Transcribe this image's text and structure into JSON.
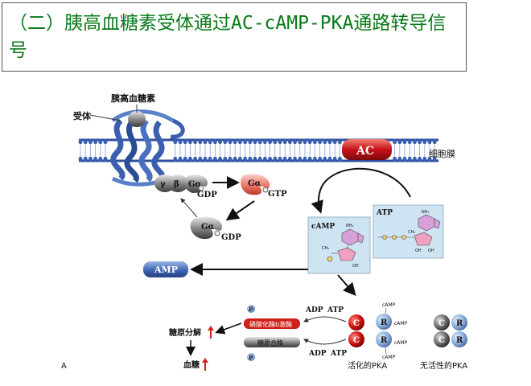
{
  "title": {
    "prefix": "（二）胰高血糖素受体通过",
    "mono": "AC-cAMP-PKA",
    "suffix": "通路转导信号"
  },
  "labels": {
    "glucagon": "胰高血糖素",
    "receptor": "受体",
    "membrane": "细胞膜",
    "ac": "AC",
    "gamma": "γ",
    "beta": "β",
    "galpha": "Gα",
    "gdp": "GDP",
    "gtp": "GTP",
    "camp": "cAMP",
    "atp": "ATP",
    "amp": "AMP",
    "nh2": "NH₂",
    "ch2": "CH₂",
    "oh": "OH",
    "p": "P",
    "enzyme1": "磷酸化酶b激酶",
    "enzyme2": "糖原合酶",
    "adp": "ADP",
    "glycogenolysis": "糖原分解",
    "blood_glucose": "血糖",
    "active_pka": "活化的PKA",
    "inactive_pka": "无活性的PKA",
    "pka_fragment": "A",
    "c": "C",
    "r": "R"
  },
  "colors": {
    "title_text": "#0a7a1a",
    "ac_red": "#c8101a",
    "membrane_blue": "#2d4f9a",
    "receptor_blue": "#3a5fb0",
    "box_blue": "#cfe4f2",
    "amp_blue": "#3a5fb0",
    "enzyme_red": "#d02018",
    "up_arrow": "#d02018"
  }
}
